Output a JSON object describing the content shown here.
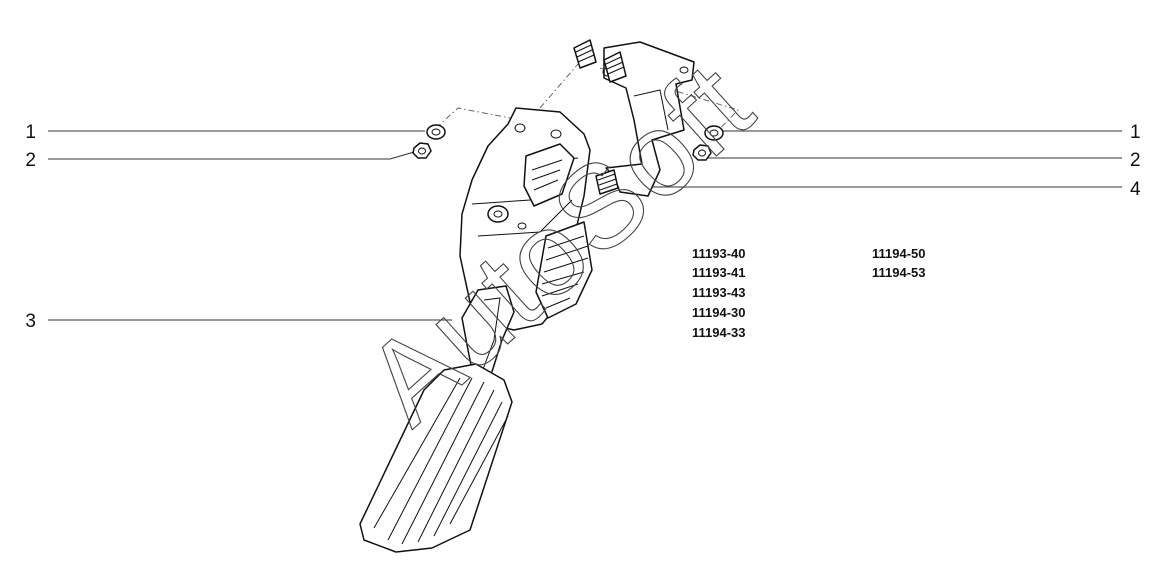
{
  "callouts": {
    "left_1": "1",
    "left_2": "2",
    "left_3": "3",
    "right_1": "1",
    "right_2": "2",
    "right_4": "4"
  },
  "model_codes": {
    "column_1": [
      "11193-40",
      "11193-41",
      "11193-43",
      "11194-30",
      "11194-33"
    ],
    "column_2": [
      "11194-50",
      "11194-53"
    ]
  },
  "watermark": "AutoSoft"
}
